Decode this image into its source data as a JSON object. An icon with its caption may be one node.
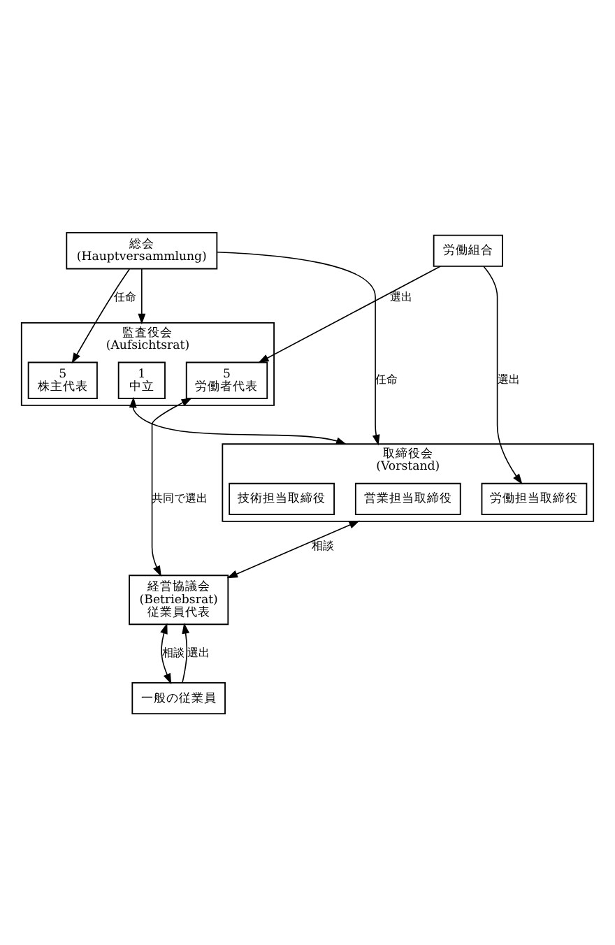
{
  "diagram": {
    "nodes": [
      {
        "text": [
          "総会",
          "(Hauptversammlung)"
        ]
      },
      {
        "text": [
          "監査役会",
          "(Aufsichtsrat)"
        ]
      },
      {
        "text": [
          "5",
          "労働者代表"
        ],
        "in": 1
      },
      {
        "text": [
          "1",
          "中立"
        ],
        "in": 1
      },
      {
        "text": [
          "5",
          "株主代表"
        ],
        "in": 1
      },
      {
        "text": [
          "労働組合"
        ]
      },
      {
        "text": [
          "取締役会",
          "(Vorstand)"
        ]
      },
      {
        "text": [
          "労働担当取締役"
        ],
        "in": 6
      },
      {
        "text": [
          "営業担当取締役"
        ],
        "in": 6
      },
      {
        "text": [
          "技術担当取締役"
        ],
        "in": 6
      },
      {
        "text": [
          "経営協議会",
          "(Betriebsrat)",
          "従業員代表"
        ]
      },
      {
        "text": [
          "一般の従業員"
        ]
      }
    ],
    "edges": [
      {
        "from": 0,
        "to": 1,
        "arrow": "to"
      },
      {
        "from": 0,
        "to": 4,
        "arrow": "to",
        "label": "任命"
      },
      {
        "from": 5,
        "to": 2,
        "arrow": "to",
        "label": "選出"
      },
      {
        "from": 3,
        "to": 6,
        "arrow": "both"
      },
      {
        "from": 5,
        "to": 7,
        "arrow": "to",
        "label": "選出"
      },
      {
        "from": 0,
        "to": 6,
        "arrow": "to",
        "label": "任命"
      },
      {
        "from": 2,
        "to": 10,
        "arrow": "both",
        "label": "共同で選出"
      },
      {
        "from": 6,
        "to": 10,
        "arrow": "both",
        "label": "相談"
      },
      {
        "from": 10,
        "to": 11,
        "arrow": "both",
        "label": "相談"
      },
      {
        "from": 11,
        "to": 10,
        "arrow": "to",
        "label": "選出"
      }
    ]
  }
}
